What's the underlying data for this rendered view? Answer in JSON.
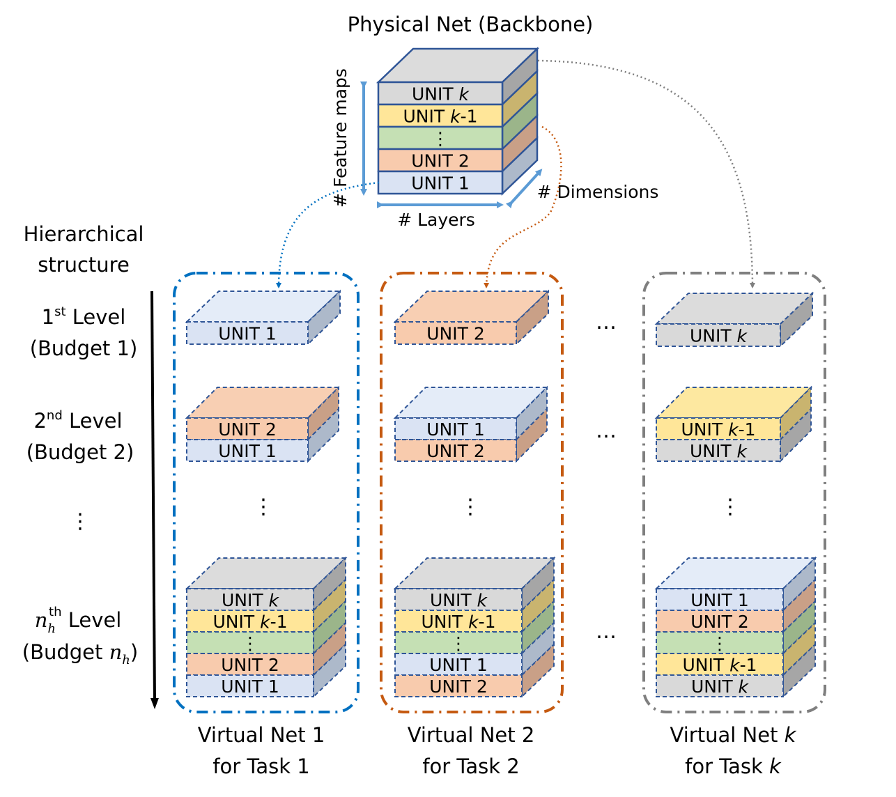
{
  "title": "Physical Net (Backbone)",
  "axes": {
    "feature_maps": "# Feature maps",
    "layers": "# Layers",
    "dimensions": "# Dimensions"
  },
  "hierarchy": {
    "heading_line1": "Hierarchical",
    "heading_line2": "structure",
    "level1": "1st Level",
    "level1_sup": "st",
    "level1_budget": "(Budget 1)",
    "level2": "2nd Level",
    "level2_sup": "nd",
    "level2_budget": "(Budget 2)",
    "level_dots": "⋮",
    "leveln": "n_h^th Level",
    "leveln_budget": "(Budget n_h)"
  },
  "units": {
    "unit1": "UNIT 1",
    "unit2": "UNIT 2",
    "unitk": "UNIT k",
    "unitk1": "UNIT k-1",
    "dots": "⋮"
  },
  "colors": {
    "unit1": "#dae3f3",
    "unit2": "#f8cbad",
    "unitk": "#d9d9d9",
    "unitk1": "#ffe699",
    "green": "#c5e0b4",
    "blue_border": "#0070c0",
    "orange_border": "#c55a11",
    "gray_border": "#7f7f7f",
    "axis_arrow": "#5b9bd5",
    "edge": "#2f5597"
  },
  "virtual_nets": [
    {
      "line1": "Virtual Net 1",
      "line2": "for Task 1"
    },
    {
      "line1": "Virtual Net 2",
      "line2": "for Task 2"
    },
    {
      "line1": "Virtual Net k",
      "line2": "for Task k"
    }
  ],
  "ellipsis": "…"
}
